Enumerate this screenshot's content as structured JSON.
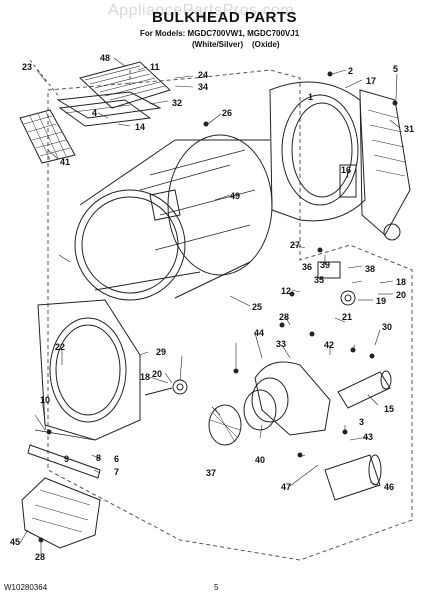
{
  "watermark": "AppliancePartsPros.com",
  "header": {
    "title": "BULKHEAD PARTS",
    "models": "For Models: MGDC700VW1, MGDC700VJ1",
    "finish_1": "(White/Silver)",
    "finish_2": "(Oxide)"
  },
  "footer": {
    "document_number": "W10280364",
    "page_number": "5"
  },
  "callouts": [
    "48",
    "11",
    "24",
    "34",
    "32",
    "23",
    "4",
    "14",
    "41",
    "26",
    "2",
    "5",
    "17",
    "1",
    "31",
    "49",
    "16",
    "27",
    "39",
    "36",
    "38",
    "35",
    "18",
    "20",
    "12",
    "19",
    "25",
    "28",
    "21",
    "30",
    "22",
    "29",
    "44",
    "33",
    "42",
    "10",
    "18",
    "20",
    "8",
    "6",
    "7",
    "9",
    "37",
    "40",
    "15",
    "3",
    "43",
    "47",
    "46",
    "45",
    "28"
  ]
}
